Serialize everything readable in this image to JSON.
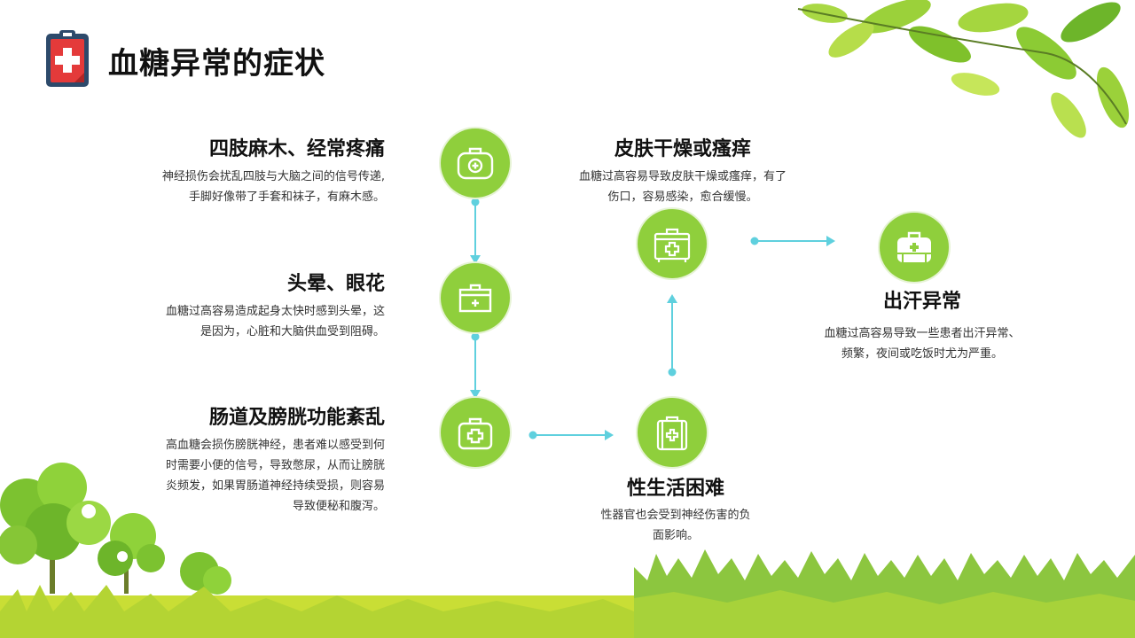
{
  "header": {
    "title": "血糖异常的症状"
  },
  "colors": {
    "node_fill": "#8fcf3c",
    "connector": "#5fd0de",
    "grass": "#8cc63f"
  },
  "symptoms": [
    {
      "title": "四肢麻木、经常疼痛",
      "desc_lines": [
        "神经损伤会扰乱四肢与大脑之间的信号传递,",
        "手脚好像带了手套和袜子，有麻木感。"
      ]
    },
    {
      "title": "头晕、眼花",
      "desc_lines": [
        "血糖过高容易造成起身太快时感到头晕，这",
        "是因为，心脏和大脑供血受到阻碍。"
      ]
    },
    {
      "title": "肠道及膀胱功能紊乱",
      "desc_lines": [
        "高血糖会损伤膀胱神经，患者难以感受到何",
        "时需要小便的信号，导致憋尿，从而让膀胱",
        "炎频发，如果胃肠道神经持续受损，则容易",
        "导致便秘和腹泻。"
      ]
    },
    {
      "title": "性生活困难",
      "desc_lines": [
        "性器官也会受到神经伤害的负",
        "面影响。"
      ]
    },
    {
      "title": "皮肤干燥或瘙痒",
      "desc_lines": [
        "血糖过高容易导致皮肤干燥或瘙痒，有了",
        "伤口，容易感染，愈合缓慢。"
      ]
    },
    {
      "title": "出汗异常",
      "desc_lines": [
        "血糖过高容易导致一些患者出汗异常、",
        "频繁，夜间或吃饭时尤为严重。"
      ]
    }
  ],
  "icons": [
    "medical-kit-icon",
    "first-aid-box-icon",
    "medical-bag-icon",
    "medical-case-icon",
    "medicine-chest-icon",
    "doctor-bag-icon"
  ]
}
